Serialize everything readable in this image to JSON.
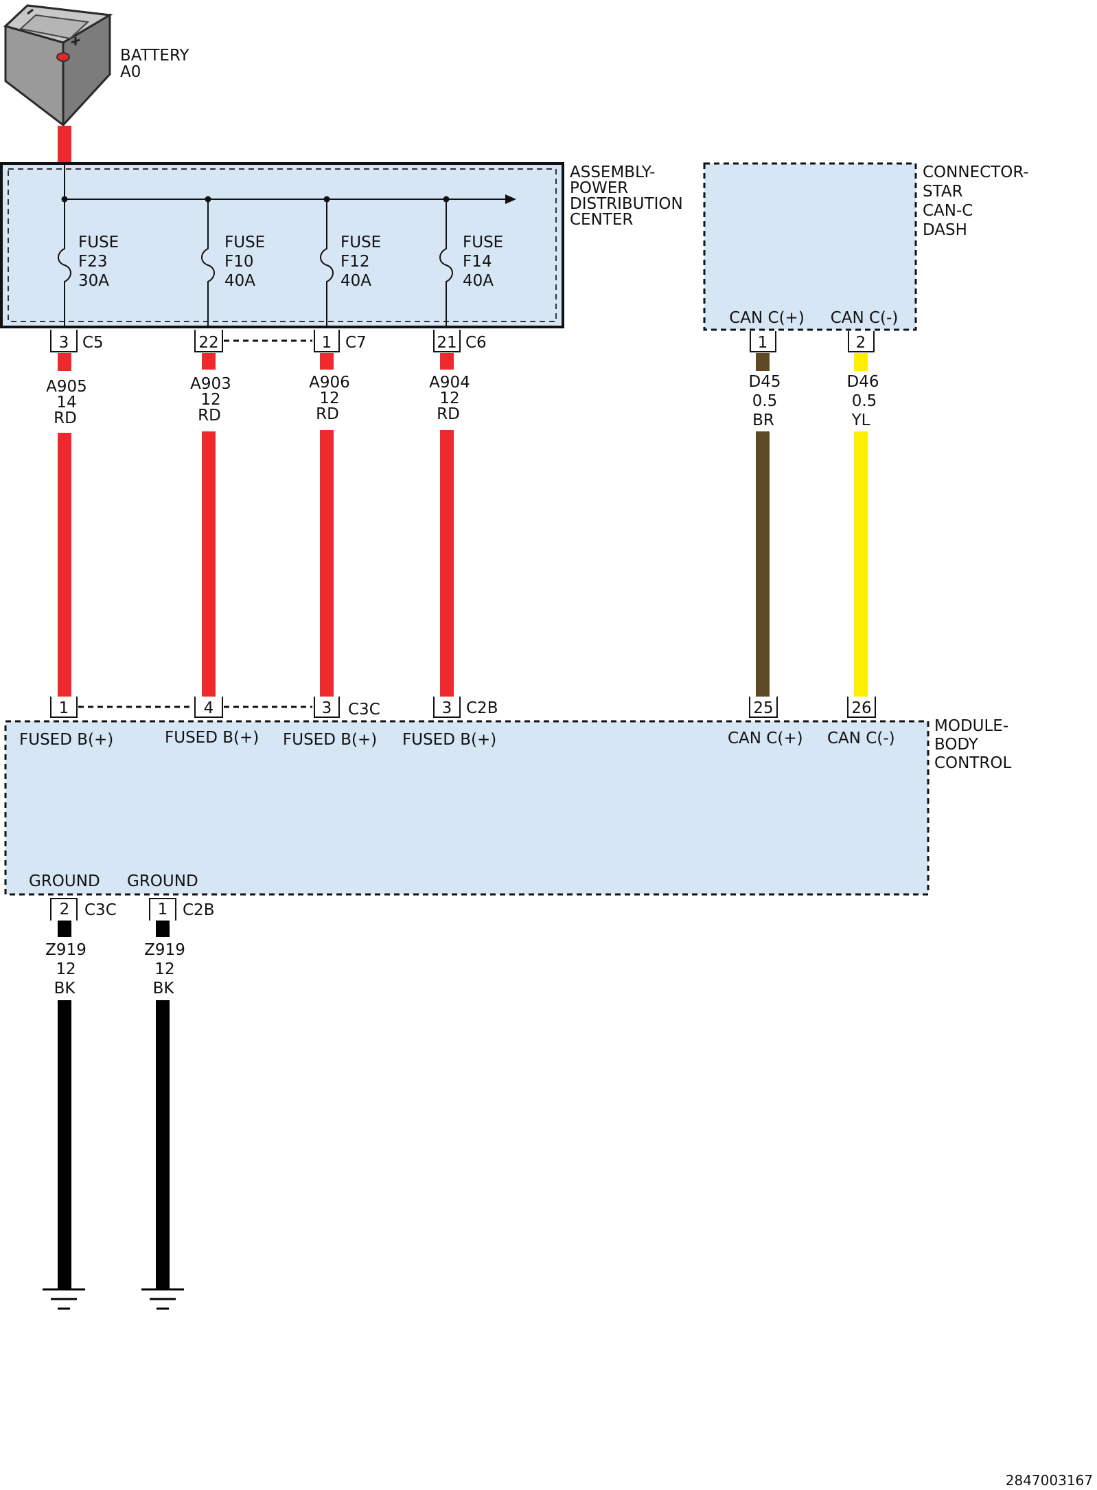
{
  "colors": {
    "box_fill": "#d6e6f5",
    "red_wire": "#ee2a2e",
    "brown_wire": "#5e4a24",
    "yellow_wire": "#ffee00",
    "black_wire": "#000000"
  },
  "battery": {
    "line1": "BATTERY",
    "line2": "A0"
  },
  "pdc": {
    "line1": "ASSEMBLY-",
    "line2": "POWER",
    "line3": "DISTRIBUTION",
    "line4": "CENTER",
    "fuses": [
      {
        "name": "FUSE",
        "id": "F23",
        "rating": "30A"
      },
      {
        "name": "FUSE",
        "id": "F10",
        "rating": "40A"
      },
      {
        "name": "FUSE",
        "id": "F12",
        "rating": "40A"
      },
      {
        "name": "FUSE",
        "id": "F14",
        "rating": "40A"
      }
    ],
    "pins": [
      {
        "pin": "3",
        "connector": "C5"
      },
      {
        "pin": "22",
        "connector": ""
      },
      {
        "pin": "1",
        "connector": "C7"
      },
      {
        "pin": "21",
        "connector": "C6"
      }
    ]
  },
  "star": {
    "line1": "CONNECTOR-",
    "line2": "STAR",
    "line3": "CAN-C",
    "line4": "DASH",
    "pin_labels": [
      "CAN C(+)",
      "CAN C(-)"
    ],
    "pins": [
      "1",
      "2"
    ]
  },
  "wires": [
    {
      "circuit": "A905",
      "gauge": "14",
      "color": "RD"
    },
    {
      "circuit": "A903",
      "gauge": "12",
      "color": "RD"
    },
    {
      "circuit": "A906",
      "gauge": "12",
      "color": "RD"
    },
    {
      "circuit": "A904",
      "gauge": "12",
      "color": "RD"
    },
    {
      "circuit": "D45",
      "gauge": "0.5",
      "color": "BR"
    },
    {
      "circuit": "D46",
      "gauge": "0.5",
      "color": "YL"
    }
  ],
  "bcm": {
    "line1": "MODULE-",
    "line2": "BODY",
    "line3": "CONTROL",
    "top_pins": [
      {
        "pin": "1",
        "connector": ""
      },
      {
        "pin": "4",
        "connector": ""
      },
      {
        "pin": "3",
        "connector": "C3C"
      },
      {
        "pin": "3",
        "connector": "C2B"
      },
      {
        "pin": "25",
        "connector": ""
      },
      {
        "pin": "26",
        "connector": ""
      }
    ],
    "top_labels": [
      "FUSED B(+)",
      "FUSED B(+)",
      "FUSED B(+)",
      "FUSED B(+)",
      "CAN C(+)",
      "CAN C(-)"
    ],
    "bottom_labels": [
      "GROUND",
      "GROUND"
    ],
    "bottom_pins": [
      {
        "pin": "2",
        "connector": "C3C"
      },
      {
        "pin": "1",
        "connector": "C2B"
      }
    ]
  },
  "ground_wires": [
    {
      "circuit": "Z919",
      "gauge": "12",
      "color": "BK"
    },
    {
      "circuit": "Z919",
      "gauge": "12",
      "color": "BK"
    }
  ],
  "figure_id": "2847003167"
}
